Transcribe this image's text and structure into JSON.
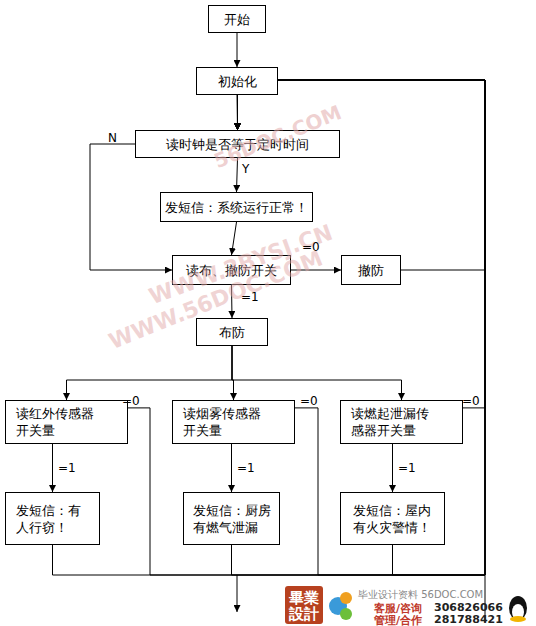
{
  "diagram": {
    "nodes": [
      {
        "text": [
          "开始"
        ]
      },
      {
        "text": [
          "初始化"
        ]
      },
      {
        "text": [
          "读时钟是否等于定时时间"
        ]
      },
      {
        "text": [
          "发短信：系统运行正常！"
        ]
      },
      {
        "text": [
          "读布、撤防开关"
        ]
      },
      {
        "text": [
          "撤防"
        ]
      },
      {
        "text": [
          "布防"
        ]
      },
      {
        "text": [
          "读红外传感器开关量"
        ]
      },
      {
        "text": [
          "读烟雾传感器开关量"
        ]
      },
      {
        "text": [
          "读燃起泄漏传感器开关量"
        ]
      },
      {
        "text": [
          "发短信：有人行窃！"
        ]
      },
      {
        "text": [
          "发短信：厨房有燃气泄漏"
        ]
      },
      {
        "text": [
          "发短信：屋内有火灾警情！"
        ]
      }
    ],
    "edges": [
      {
        "from": 0,
        "to": 1,
        "arrow": "to"
      },
      {
        "from": 1,
        "to": 2,
        "arrow": "to"
      },
      {
        "from": 2,
        "to": 3,
        "label": "Y",
        "arrow": "to"
      },
      {
        "from": 2,
        "to": 4,
        "label": "N",
        "arrow": "to"
      },
      {
        "from": 3,
        "to": 4,
        "arrow": "to"
      },
      {
        "from": 4,
        "to": 5,
        "label": "=0",
        "arrow": "to"
      },
      {
        "from": 4,
        "to": 6,
        "label": "=1",
        "arrow": "to"
      },
      {
        "from": 5,
        "to": 2,
        "arrow": "to"
      },
      {
        "from": 6,
        "to": 7,
        "arrow": "to"
      },
      {
        "from": 6,
        "to": 8,
        "arrow": "to"
      },
      {
        "from": 6,
        "to": 9,
        "arrow": "to"
      },
      {
        "from": 7,
        "to": 10,
        "label": "=1",
        "arrow": "to"
      },
      {
        "from": 8,
        "to": 11,
        "label": "=1",
        "arrow": "to"
      },
      {
        "from": 9,
        "to": 12,
        "label": "=1",
        "arrow": "to"
      },
      {
        "from": 7,
        "to": 2,
        "label": "=0",
        "arrow": "to"
      },
      {
        "from": 8,
        "to": 2,
        "label": "=0",
        "arrow": "to"
      },
      {
        "from": 9,
        "to": 2,
        "label": "=0",
        "arrow": "to"
      },
      {
        "from": 10,
        "to": 2,
        "arrow": "to"
      },
      {
        "from": 11,
        "to": 2,
        "arrow": "to"
      },
      {
        "from": 12,
        "to": 2,
        "arrow": "to"
      }
    ],
    "labels": [
      "56DOC.COM",
      "WWW.2BYSJ.CN",
      "WWW.56DOC.COM",
      "畢業設計",
      "毕业设计资料 56DOC.COM",
      "客服/咨询",
      "306826066",
      "管理/合作",
      "281788421"
    ]
  }
}
